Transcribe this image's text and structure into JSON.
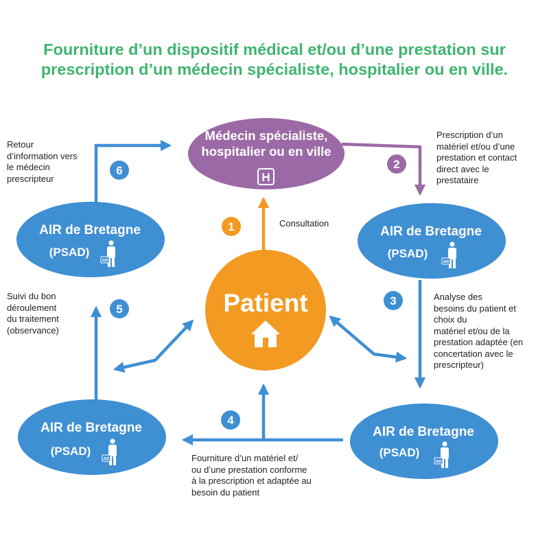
{
  "title": "Fourniture d’un dispositif médical et/ou d’une prestation sur prescription d’un médecin spécialiste, hospitalier ou en ville.",
  "colors": {
    "title": "#3fb56f",
    "blue": "#3f8fd3",
    "purple": "#9b6aa6",
    "orange": "#f39a22",
    "white": "#ffffff"
  },
  "doctor": {
    "line1": "Médecin spécialiste,",
    "line2": "hospitalier ou en ville",
    "icon_letter": "H"
  },
  "patient": {
    "label": "Patient",
    "icon": "house-icon"
  },
  "psad": {
    "name": "AIR de Bretagne",
    "sub": "(PSAD)",
    "icon": "person-with-case-icon",
    "case_label": "AIR"
  },
  "steps": {
    "s1": {
      "num": "1",
      "text": "Consultation"
    },
    "s2": {
      "num": "2",
      "lines": [
        "Prescription d’un",
        "matériel et/ou d’une",
        "prestation et contact",
        "direct avec le",
        "prestataire"
      ]
    },
    "s3": {
      "num": "3",
      "lines": [
        "Analyse des",
        "besoins du patient et",
        "choix du",
        "matériel et/ou de la",
        "prestation adaptée (en",
        "concertation avec le",
        "prescripteur)"
      ]
    },
    "s4": {
      "num": "4",
      "lines": [
        "Fourniture d’un matériel et/",
        "ou d’une prestation conforme",
        "à la prescription et adaptée au",
        "besoin du patient"
      ]
    },
    "s5": {
      "num": "5",
      "lines": [
        "Suivi du bon",
        "déroulement",
        "du traitement",
        "(observance)"
      ]
    },
    "s6": {
      "num": "6",
      "lines": [
        "Retour",
        "d’information vers",
        "le médecin",
        "prescripteur"
      ]
    }
  }
}
